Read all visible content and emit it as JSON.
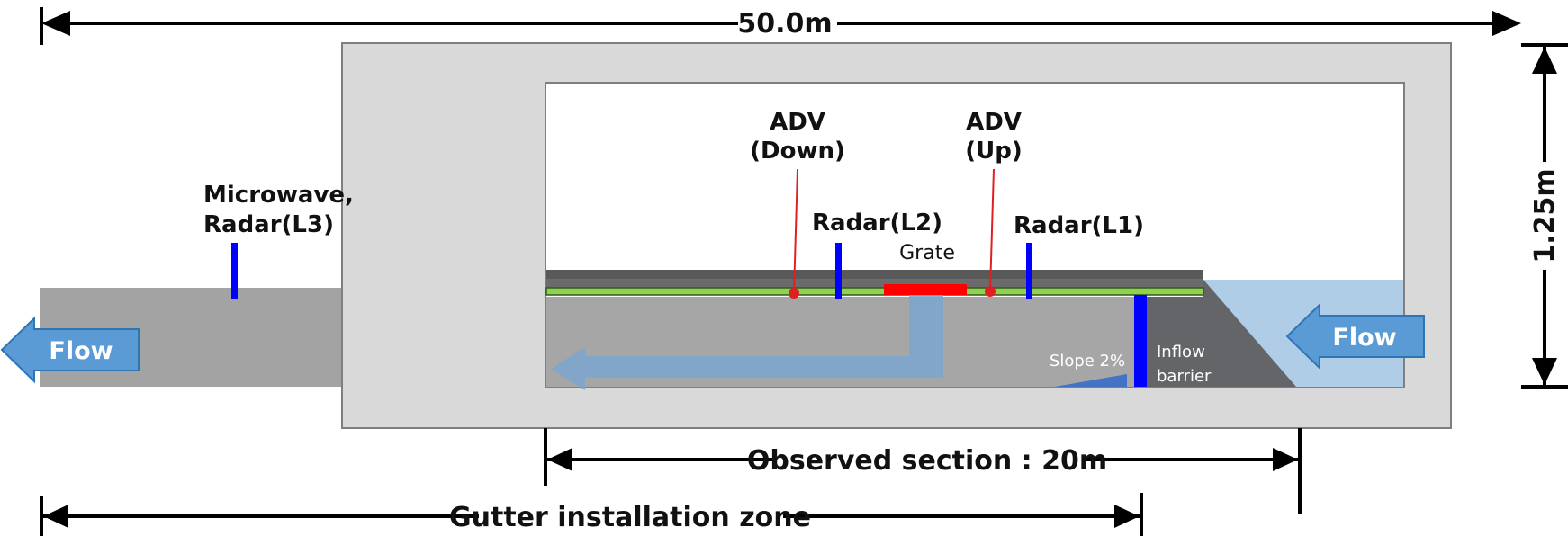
{
  "colors": {
    "frame": "#d9d9d9",
    "channel": "#a6a6a6",
    "outlet": "#a3a3a3",
    "dark_ramp": "#636568",
    "inflow_water": "#b0cde8",
    "arrow_blue": "#5b9bd5",
    "sensor_blue": "#0000ff",
    "grate_red": "#ff0000",
    "rail_green": "#92d050",
    "rail_dark": "#595959"
  },
  "dimensions": {
    "total_length": "50.0m",
    "height": "1.25m",
    "observed_section": "Observed section : 20m",
    "gutter_zone": "Gutter installation zone"
  },
  "labels": {
    "adv_down_1": "ADV",
    "adv_down_2": "(Down)",
    "adv_up_1": "ADV",
    "adv_up_2": "(Up)",
    "microwave_1": "Microwave,",
    "microwave_2": "Radar(L3)",
    "radar_l2": "Radar(L2)",
    "radar_l1": "Radar(L1)",
    "grate": "Grate",
    "slope": "Slope 2%",
    "inflow_1": "Inflow",
    "inflow_2": "barrier",
    "flow_left": "Flow",
    "flow_right": "Flow"
  }
}
